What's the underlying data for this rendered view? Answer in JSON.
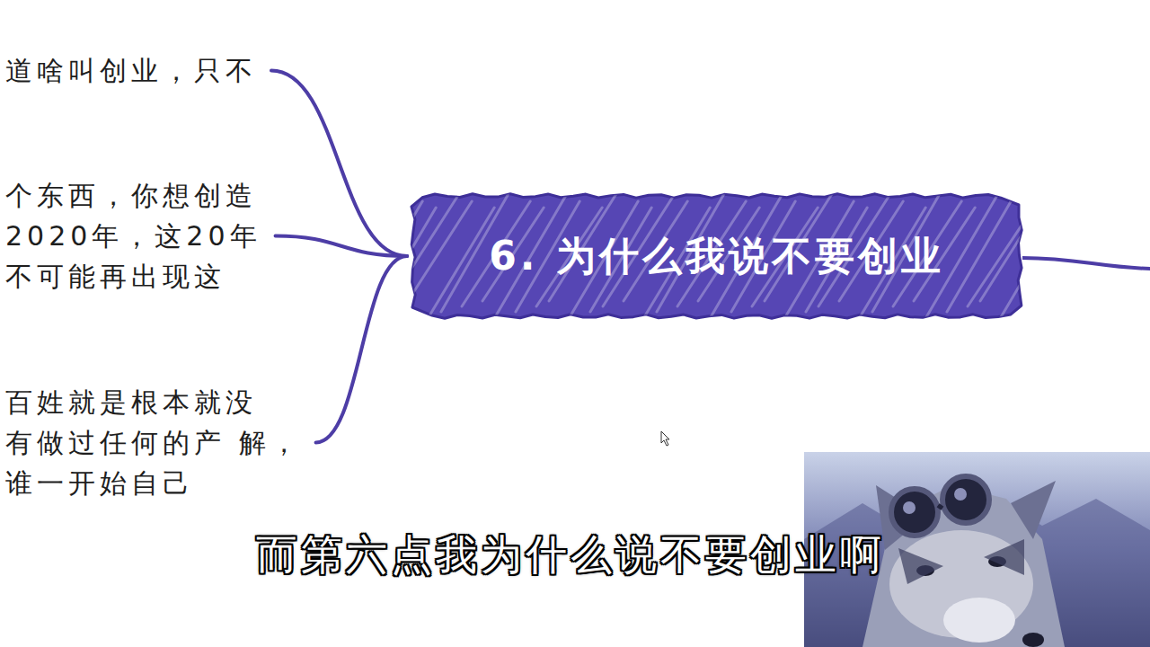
{
  "diagram": {
    "nodes": [
      {
        "text": [
          "6. 为什么我说不要创业"
        ]
      },
      {
        "text": [
          "道啥叫创业，只不"
        ]
      },
      {
        "text": [
          "个东西，你想创造 2020年，这20年 不可能再出现这"
        ]
      },
      {
        "text": [
          "百姓就是根本就没 有做过任何的产 解，谁一开始自己"
        ]
      }
    ],
    "edges": [
      {
        "from": 0,
        "to": 1,
        "arrow": "none"
      },
      {
        "from": 0,
        "to": 2,
        "arrow": "none"
      },
      {
        "from": 0,
        "to": 3,
        "arrow": "none"
      }
    ],
    "labels": [
      "而第六点我为什么说不要创业啊"
    ]
  }
}
